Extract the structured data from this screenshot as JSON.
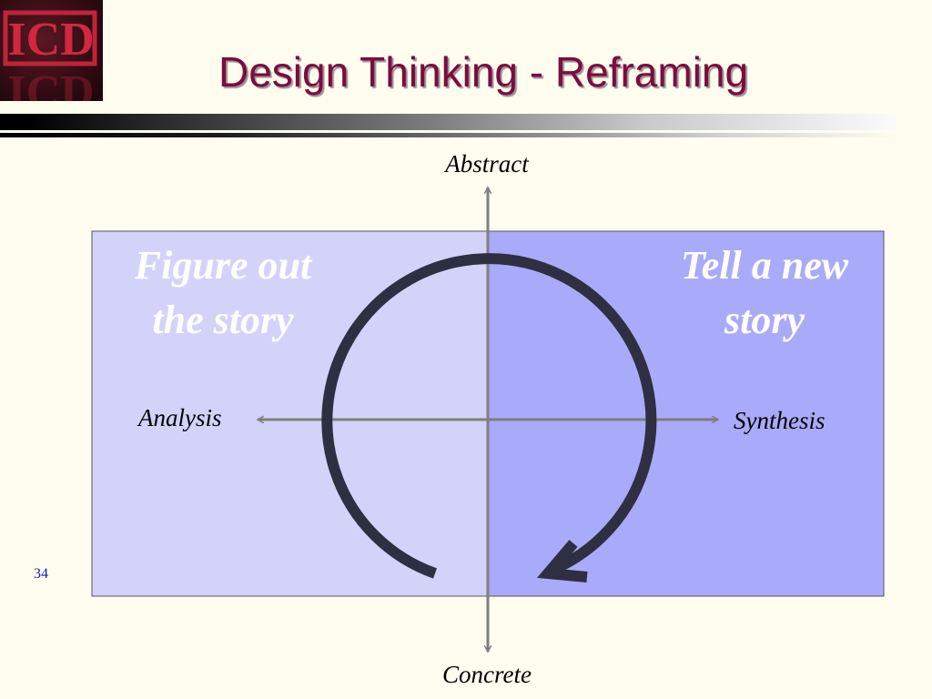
{
  "slide": {
    "title": "Design Thinking - Reframing",
    "number": "34"
  },
  "logo": {
    "text": "ICD",
    "color": "#c0233a"
  },
  "diagram": {
    "axis_top": "Abstract",
    "axis_bottom": "Concrete",
    "axis_left": "Analysis",
    "axis_right": "Synthesis",
    "quadrant_left_label_line1": "Figure out",
    "quadrant_left_label_line2": "the story",
    "quadrant_right_label_line1": "Tell a new",
    "quadrant_right_label_line2": "story",
    "colors": {
      "left_panel": "#d3d3fa",
      "right_panel": "#aaaafa",
      "axis": "#7f7f7f",
      "cycle_arrow": "#2f2f42",
      "title": "#7a0d3c"
    }
  }
}
